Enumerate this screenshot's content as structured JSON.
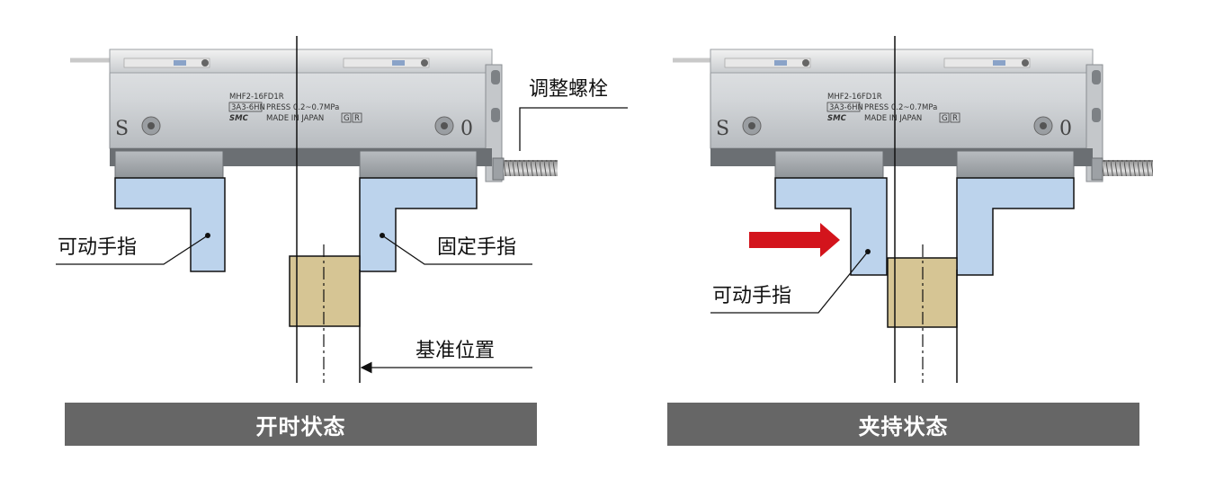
{
  "left_panel": {
    "label_adjust_bolt": "调整螺栓",
    "label_movable_finger": "可动手指",
    "label_fixed_finger": "固定手指",
    "label_reference_position": "基准位置",
    "banner": "开时状态",
    "model_text": "MHF2-16FD1R",
    "code_text": "3A3-6HN",
    "press_text": "PRESS 0.2~0.7MPa",
    "made_text": "MADE IN JAPAN",
    "brand_text": "SMC",
    "mark_s": "S",
    "mark_o": "0",
    "badge_g": "G",
    "badge_r": "R"
  },
  "right_panel": {
    "label_movable_finger": "可动手指",
    "banner": "夹持状态",
    "model_text": "MHF2-16FD1R",
    "code_text": "3A3-6HN",
    "press_text": "PRESS 0.2~0.7MPa",
    "made_text": "MADE IN JAPAN",
    "brand_text": "SMC",
    "mark_s": "S",
    "mark_o": "0",
    "badge_g": "G",
    "badge_r": "R"
  },
  "colors": {
    "finger_fill": "#bcd3ec",
    "workpiece_fill": "#d6c594",
    "arrow_red": "#d3141c",
    "banner_bg": "#666666"
  }
}
